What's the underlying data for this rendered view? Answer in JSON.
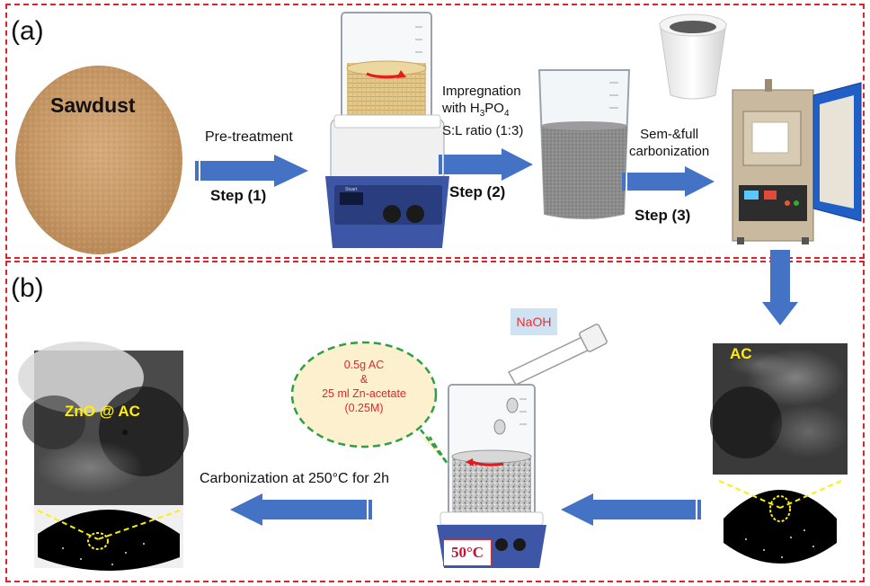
{
  "panels": {
    "a": {
      "label": "(a)"
    },
    "b": {
      "label": "(b)"
    }
  },
  "sawdust": {
    "label": "Sawdust"
  },
  "steps": {
    "step1": {
      "above": "Pre-treatment",
      "below": "Step (1)"
    },
    "step2": {
      "above_line1": "Impregnation",
      "above_line2_prefix": "with H",
      "above_line2_sub1": "3",
      "above_line2_mid": "PO",
      "above_line2_sub2": "4",
      "above_line3": "S:L ratio (1:3)",
      "below": "Step (2)"
    },
    "step3": {
      "above_line1": "Sem-&full",
      "above_line2": "carbonization",
      "below": "Step (3)"
    }
  },
  "reagent": {
    "label": "NaOH"
  },
  "bubble": {
    "line1": "0.5g AC",
    "line2": "&",
    "line3": "25 ml Zn-acetate",
    "line4": "(0.25M)"
  },
  "temperature": {
    "label": "50°C"
  },
  "ac_image": {
    "label": "AC"
  },
  "product_image": {
    "label": "ZnO @ AC"
  },
  "carbonization_step": {
    "label": "Carbonization at 250°C for 2h"
  },
  "colors": {
    "frame": "#e0202a",
    "arrow": "#4472c4",
    "bubble_border": "#2ea043",
    "bubble_fill": "#fdf0cf",
    "highlight": "#ffef00"
  }
}
